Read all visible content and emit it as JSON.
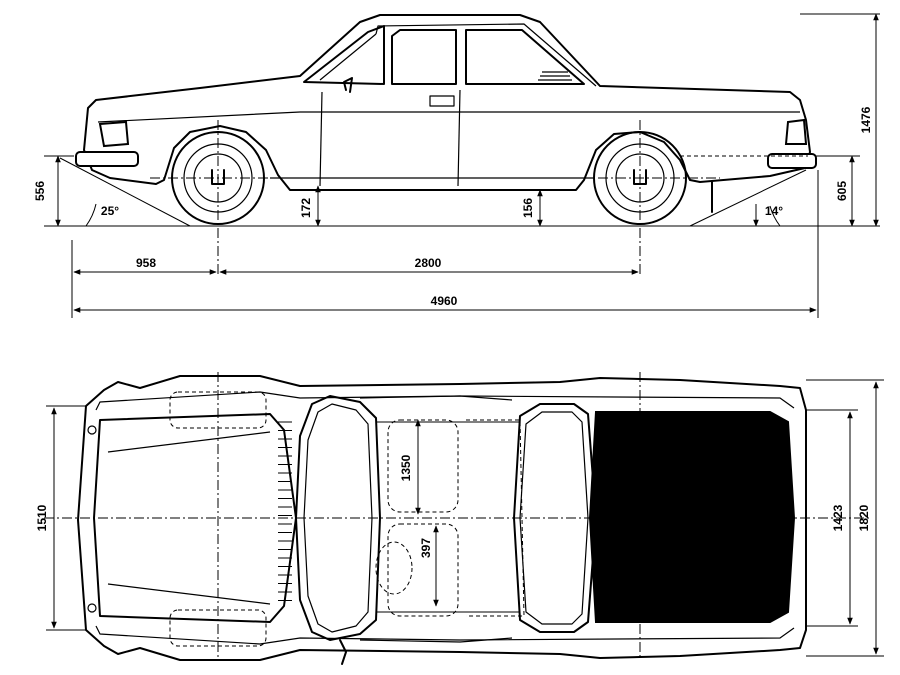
{
  "dimensions": {
    "ground_clearance_front_bumper": "556",
    "approach_angle": "25°",
    "ground_clearance_front": "172",
    "ground_clearance_rear": "156",
    "departure_angle": "14°",
    "ground_clearance_rear_bumper": "605",
    "height": "1476",
    "front_overhang": "958",
    "wheelbase": "2800",
    "overall_length": "4960",
    "front_track": "1510",
    "front_seat_length": "1350",
    "seat_width": "397",
    "rear_track": "1423",
    "overall_width": "1820"
  },
  "colors": {
    "line": "#000000",
    "background": "#ffffff",
    "roof_fill": "#000000"
  }
}
